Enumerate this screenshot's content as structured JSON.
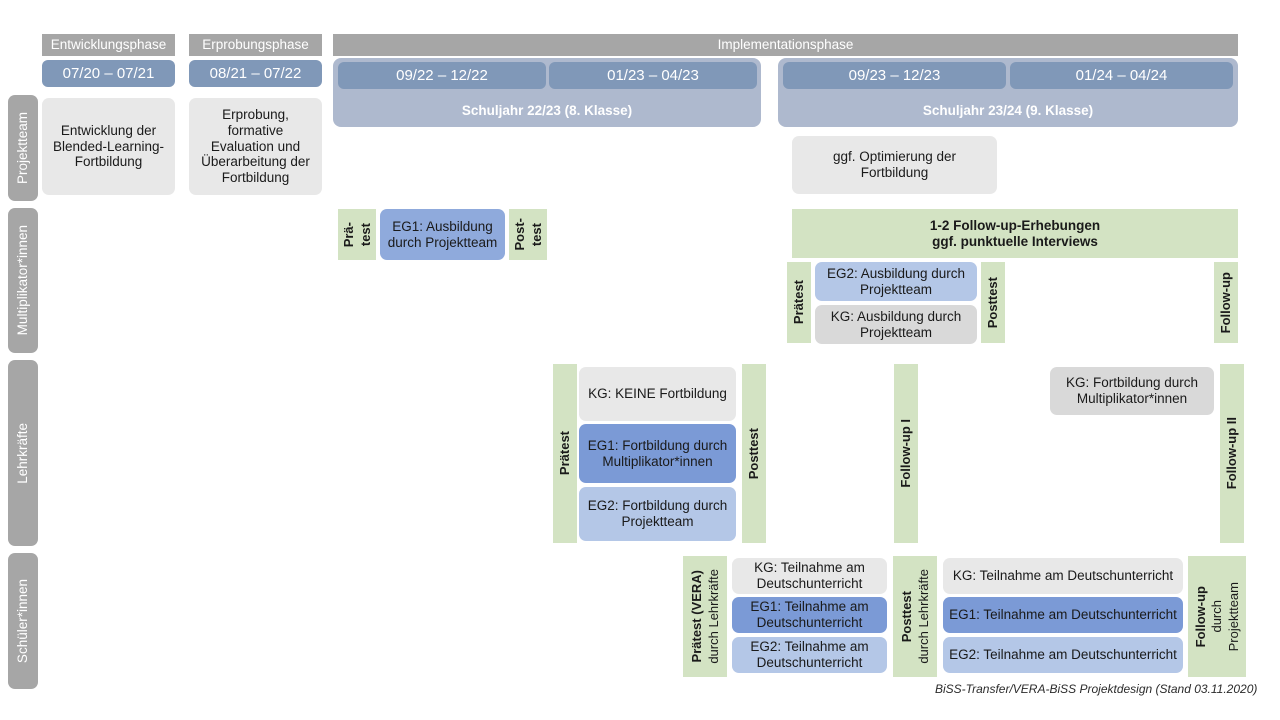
{
  "phases": [
    {
      "label": "Entwicklungsphase"
    },
    {
      "label": "Erprobungsphase"
    },
    {
      "label": "Implementationsphase"
    }
  ],
  "dates": [
    {
      "label": "07/20 – 07/21"
    },
    {
      "label": "08/21 – 07/22"
    },
    {
      "label": "09/22 – 12/22"
    },
    {
      "label": "01/23 – 04/23"
    },
    {
      "label": "09/23 – 12/23"
    },
    {
      "label": "01/24 – 04/24"
    }
  ],
  "school_years": [
    {
      "label": "Schuljahr 22/23 (8. Klasse)"
    },
    {
      "label": "Schuljahr 23/24 (9. Klasse)"
    }
  ],
  "rows": [
    {
      "label": "Projektteam"
    },
    {
      "label": "Multiplikator*innen"
    },
    {
      "label": "Lehrkräfte"
    },
    {
      "label": "Schüler*innen"
    }
  ],
  "projektteam": {
    "entwicklung": "Entwicklung der Blended-Learning-Fortbildung",
    "erprobung": "Erprobung, formative Evaluation und Überarbeitung der Fortbildung",
    "optimierung": "ggf. Optimierung der Fortbildung"
  },
  "multiplikatoren": {
    "praetest_1": "Prä-\ntest",
    "praetest_1_line1": "Prä-",
    "praetest_1_line2": "test",
    "eg1": "EG1: Ausbildung durch Projektteam",
    "posttest_1_line1": "Post-",
    "posttest_1_line2": "test",
    "followup_banner_line1": "1-2 Follow-up-Erhebungen",
    "followup_banner_line2": "ggf. punktuelle Interviews",
    "praetest_2": "Prätest",
    "eg2": "EG2: Ausbildung durch Projektteam",
    "kg": "KG: Ausbildung durch Projektteam",
    "posttest_2": "Posttest",
    "followup": "Follow-up"
  },
  "lehrkraefte": {
    "praetest": "Prätest",
    "kg_keine": "KG:  KEINE Fortbildung",
    "eg1": "EG1: Fortbildung durch Multiplikator*innen",
    "eg2": "EG2: Fortbildung durch Projektteam",
    "posttest": "Posttest",
    "followup_1": "Follow-up I",
    "kg_fortbildung": "KG: Fortbildung durch Multiplikator*innen",
    "followup_2": "Follow-up II"
  },
  "schueler": {
    "praetest_main": "Prätest (VERA)",
    "praetest_sub": "durch Lehrkräfte",
    "kg_1": "KG: Teilnahme am Deutschunterricht",
    "eg1_1": "EG1: Teilnahme am Deutschunterricht",
    "eg2_1": "EG2: Teilnahme am Deutschunterricht",
    "posttest_main": "Posttest",
    "posttest_sub": "durch Lehrkräfte",
    "kg_2": "KG: Teilnahme am Deutschunterricht",
    "eg1_2": "EG1: Teilnahme am Deutschunterricht",
    "eg2_2": "EG2: Teilnahme am Deutschunterricht",
    "followup_main": "Follow-up",
    "followup_sub1": "durch",
    "followup_sub2": "Projektteam"
  },
  "footer": "BiSS-Transfer/VERA-BiSS Projektdesign (Stand 03.11.2020)",
  "colors": {
    "phase_gray": "#a6a6a6",
    "date_blue": "#8098b8",
    "year_blue": "#aeb9ce",
    "grey_box": "#e8e8e8",
    "grey_box_alt": "#d9d9d9",
    "blue_eg1": "#7b9ad6",
    "blue_mid": "#8faadc",
    "blue_light": "#b4c7e7",
    "green": "#d3e3c3"
  }
}
